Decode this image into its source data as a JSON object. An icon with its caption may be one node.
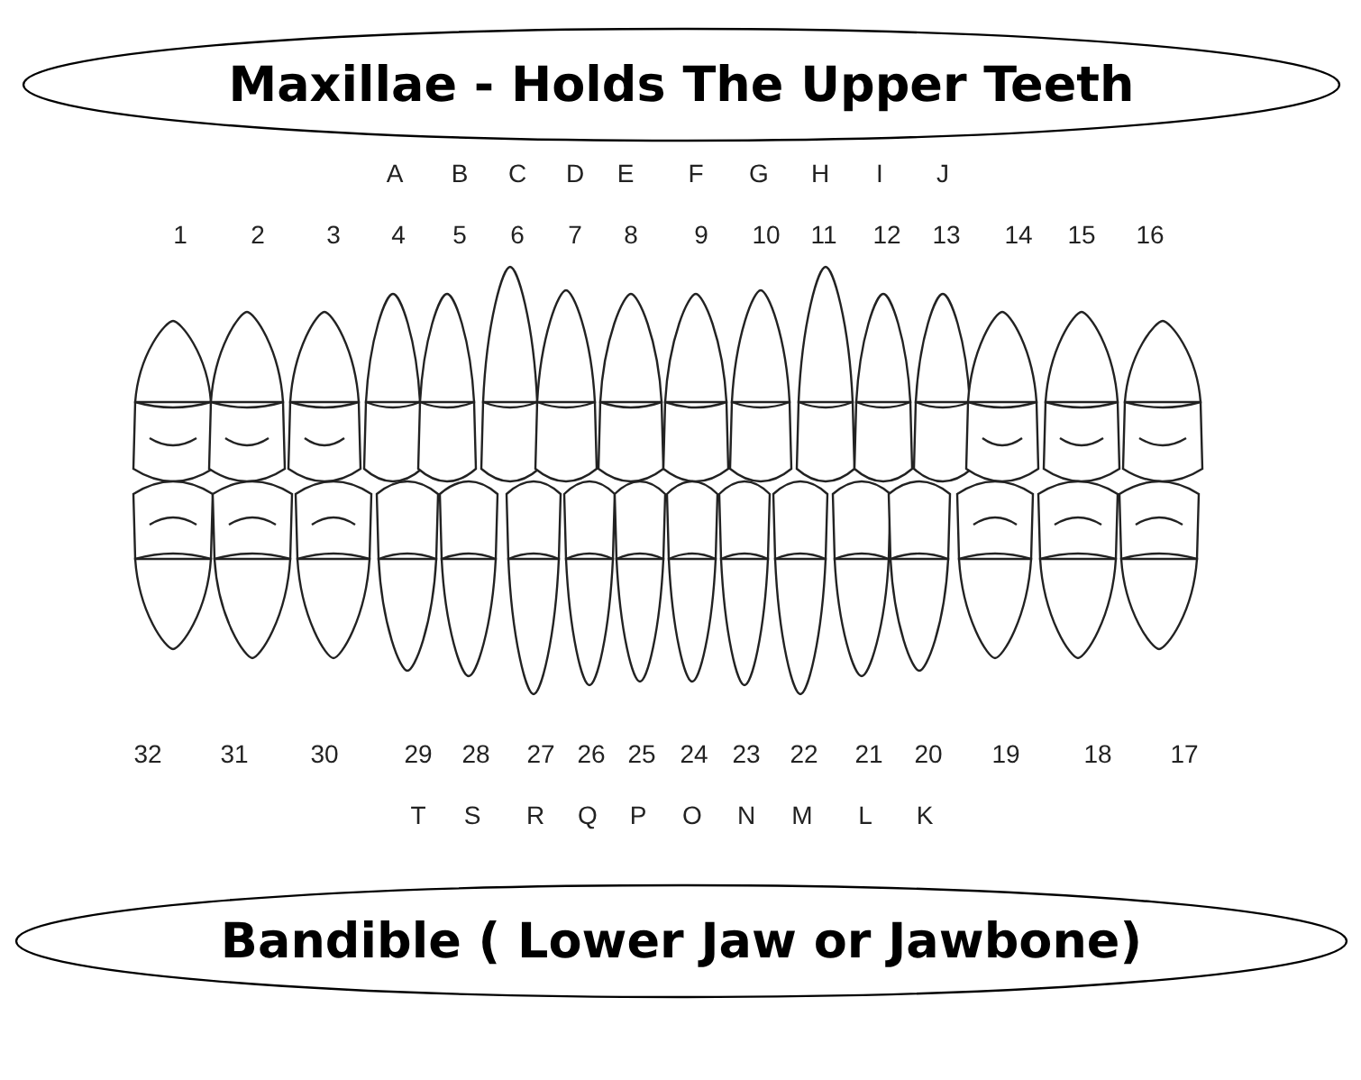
{
  "diagram": {
    "nodes": [
      {
        "text": [
          "Maxillae - Holds The Upper Teeth"
        ]
      },
      {
        "text": [
          "Bandible ( Lower Jaw or Jawbone)"
        ]
      }
    ],
    "labels": [
      "A",
      "B",
      "C",
      "D",
      "E",
      "F",
      "G",
      "H",
      "I",
      "J",
      "1",
      "2",
      "3",
      "4",
      "5",
      "6",
      "7",
      "8",
      "9",
      "10",
      "11",
      "12",
      "13",
      "14",
      "15",
      "16",
      "32",
      "31",
      "30",
      "29",
      "28",
      "27",
      "26",
      "25",
      "24",
      "23",
      "22",
      "21",
      "20",
      "19",
      "18",
      "17",
      "T",
      "S",
      "R",
      "Q",
      "P",
      "O",
      "N",
      "M",
      "L",
      "K"
    ]
  }
}
